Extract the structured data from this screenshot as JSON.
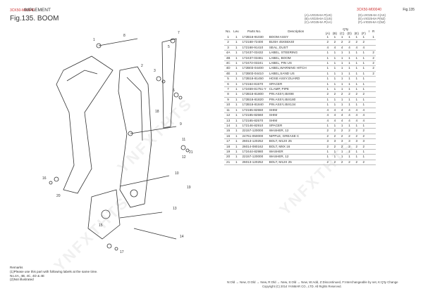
{
  "header": {
    "code_left": "3CK50-M00040",
    "title": "IMPLEMENT",
    "figure": "Fig.135.  BOOM",
    "code_right": "3CK50-M00040",
    "fig_right": "Fig.135"
  },
  "models": {
    "left": [
      "(A)=VIO25-6A P(US)",
      "(B)=VIO25-6A C(US)",
      "(C)=VIO25-6A P(AA)"
    ],
    "right": [
      "(D)=VIO25-6A C(AS)",
      "(E)=VIO25-6A P(NZ)",
      "(F)=VIO25-6A C(NZ)"
    ]
  },
  "columns": {
    "no": "No.",
    "lev": "Lev.",
    "parts_no": "Parts No.",
    "description": "Description",
    "qty": "Q'ty",
    "i": "I",
    "r": "R",
    "qty_cols": [
      "(A)",
      "(B)",
      "(C)",
      "(D)",
      "(E)",
      "(F)"
    ]
  },
  "rows": [
    {
      "no": "1",
      "lev": "1",
      "parts": "172B16-91030",
      "desc": "BOOM ASSY",
      "qty": [
        "1",
        "1",
        "1",
        "1",
        "1",
        "1"
      ],
      "i": "",
      "r": "1"
    },
    {
      "no": "2",
      "lev": "1",
      "parts": "172168-72400",
      "desc": "BUSH 45X55X40",
      "qty": [
        "2",
        "2",
        "2",
        "2",
        "2",
        "2"
      ],
      "i": "",
      "r": ""
    },
    {
      "no": "3",
      "lev": "1",
      "parts": "172168-91410",
      "desc": "SEAL, DUST",
      "qty": [
        "4",
        "4",
        "4",
        "4",
        "4",
        "4"
      ],
      "i": "",
      "r": ""
    },
    {
      "no": "4A",
      "lev": "1",
      "parts": "172437-03432",
      "desc": "LABEL, STEERING",
      "qty": [
        "1",
        "1",
        "1",
        "1",
        "1",
        "1"
      ],
      "i": "",
      "r": "2"
    },
    {
      "no": "4B",
      "lev": "1",
      "parts": "172437-03461",
      "desc": "LABEL, BOOM",
      "qty": [
        "1",
        "1",
        "1",
        "1",
        "1",
        "1"
      ],
      "i": "",
      "r": "2"
    },
    {
      "no": "4C",
      "lev": "1",
      "parts": "172472-03241",
      "desc": "LABEL, PIN US",
      "qty": [
        "1",
        "1",
        "1",
        "1",
        "1",
        "1"
      ],
      "i": "",
      "r": "2"
    },
    {
      "no": "4D",
      "lev": "1",
      "parts": "172B03-04400",
      "desc": "LABEL,WARNING HITCH",
      "qty": [
        "1",
        "1",
        "1",
        "1",
        "1",
        "1"
      ],
      "i": "",
      "r": "2"
    },
    {
      "no": "4E",
      "lev": "1",
      "parts": "172B03-04410",
      "desc": "LABEL,SAND US",
      "qty": [
        "1",
        "1",
        "1",
        "1",
        "1",
        "1"
      ],
      "i": "",
      "r": "2"
    },
    {
      "no": "5",
      "lev": "1",
      "parts": "172B16-81450",
      "desc": "HOSE ASSY,GUARD",
      "qty": [
        "1",
        "1",
        "1",
        "1",
        "1",
        "1"
      ],
      "i": "",
      "r": ""
    },
    {
      "no": "6",
      "lev": "1",
      "parts": "172164-81570",
      "desc": "SPACER",
      "qty": [
        "1",
        "1",
        "1",
        "1",
        "1",
        "1"
      ],
      "i": "",
      "r": ""
    },
    {
      "no": "7",
      "lev": "1",
      "parts": "172459-81751-Y",
      "desc": "CLAMP, PIPE",
      "qty": [
        "1",
        "1",
        "1",
        "1",
        "1",
        "1"
      ],
      "i": "",
      "r": ""
    },
    {
      "no": "8",
      "lev": "1",
      "parts": "172B16-81800",
      "desc": "PIN ASSY,45X98",
      "qty": [
        "2",
        "2",
        "2",
        "2",
        "2",
        "2"
      ],
      "i": "",
      "r": ""
    },
    {
      "no": "9",
      "lev": "1",
      "parts": "172B16-81820",
      "desc": "PIN ASSY,45X180",
      "qty": [
        "1",
        "1",
        "1",
        "1",
        "1",
        "1"
      ],
      "i": "",
      "r": ""
    },
    {
      "no": "10",
      "lev": "1",
      "parts": "172B16-81840",
      "desc": "PIN ASSY,45X134",
      "qty": [
        "1",
        "1",
        "1",
        "1",
        "1",
        "1"
      ],
      "i": "",
      "r": ""
    },
    {
      "no": "11",
      "lev": "1",
      "parts": "172165-82550",
      "desc": "SHIM",
      "qty": [
        "4",
        "4",
        "4",
        "4",
        "4",
        "4"
      ],
      "i": "",
      "r": ""
    },
    {
      "no": "12",
      "lev": "1",
      "parts": "172165-82560",
      "desc": "SHIM",
      "qty": [
        "4",
        "4",
        "4",
        "4",
        "4",
        "4"
      ],
      "i": "",
      "r": ""
    },
    {
      "no": "13",
      "lev": "1",
      "parts": "172165-82570",
      "desc": "SHIM",
      "qty": [
        "4",
        "4",
        "4",
        "4",
        "4",
        "4"
      ],
      "i": "",
      "r": ""
    },
    {
      "no": "14",
      "lev": "1",
      "parts": "172146-82910",
      "desc": "SPACER",
      "qty": [
        "1",
        "1",
        "1",
        "1",
        "1",
        "1"
      ],
      "i": "",
      "r": ""
    },
    {
      "no": "15",
      "lev": "1",
      "parts": "22157-120000",
      "desc": "WASHER, 12",
      "qty": [
        "2",
        "2",
        "2",
        "2",
        "2",
        "2"
      ],
      "i": "",
      "r": ""
    },
    {
      "no": "16",
      "lev": "1",
      "parts": "24761-050000",
      "desc": "NIPPLE, GREASE C",
      "qty": [
        "2",
        "2",
        "2",
        "2",
        "2",
        "2"
      ],
      "i": "",
      "r": ""
    },
    {
      "no": "17",
      "lev": "1",
      "parts": "26013-120252",
      "desc": "BOLT, M12X 25",
      "qty": [
        "3",
        "3",
        "3",
        "3",
        "3",
        "3"
      ],
      "i": "",
      "r": ""
    },
    {
      "no": "18",
      "lev": "1",
      "parts": "26014-080162",
      "desc": "BOLT, M8X 16",
      "qty": [
        "2",
        "2",
        "2",
        "2",
        "2",
        "2"
      ],
      "i": "",
      "r": ""
    },
    {
      "no": "19",
      "lev": "1",
      "parts": "172444-82980",
      "desc": "WASHER",
      "qty": [
        "1",
        "1",
        "1",
        "1",
        "1",
        "1"
      ],
      "i": "",
      "r": ""
    },
    {
      "no": "20",
      "lev": "1",
      "parts": "22157-120000",
      "desc": "WASHER, 12",
      "qty": [
        "1",
        "1",
        "1",
        "1",
        "1",
        "1"
      ],
      "i": "",
      "r": ""
    },
    {
      "no": "21",
      "lev": "1",
      "parts": "26013-120252",
      "desc": "BOLT, M12X 25",
      "qty": [
        "2",
        "2",
        "2",
        "2",
        "2",
        "2"
      ],
      "i": "",
      "r": ""
    }
  ],
  "remarks": {
    "title": "Remarks",
    "lines": [
      "(1)Please use this part with following labels at the same time.",
      "No.4A, 4B, 4C, 4D & 4E",
      "(2)Not illustrated"
    ]
  },
  "legend": "N:Old → New, O:Old → New, R:Old → New, S:Old → New, W:Add, Z:Discontinued, F:Interchangeable by set, K:Q'ty Change",
  "copyright": "Copyright (C) 2014 YANMAR CO., LTD. All Rights Reserved.",
  "watermark": "YNFXTHTS",
  "callouts": [
    "1",
    "2",
    "3",
    "5",
    "6",
    "7",
    "8",
    "9",
    "10",
    "11",
    "12",
    "13",
    "14",
    "15",
    "16",
    "17",
    "18",
    "19",
    "20",
    "21"
  ]
}
